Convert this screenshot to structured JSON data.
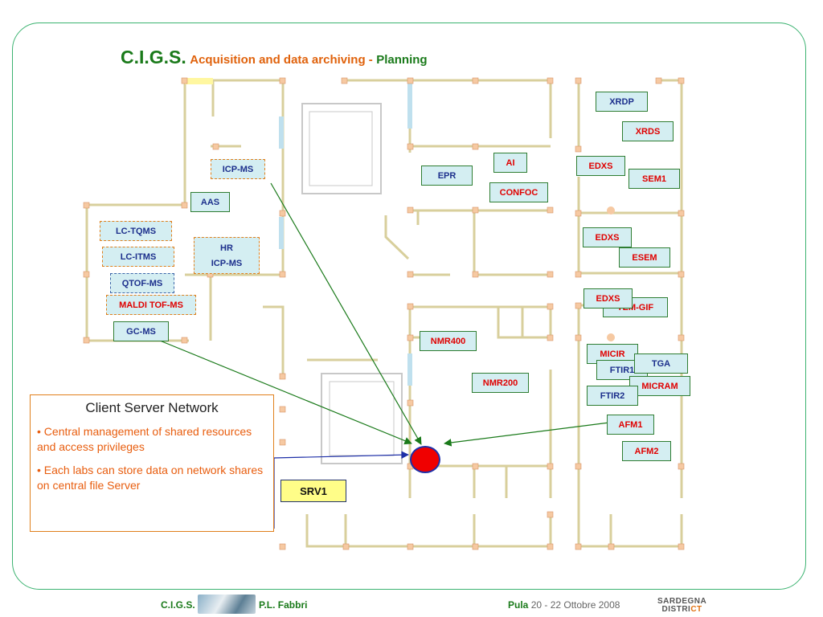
{
  "title": {
    "main": "C.I.G.S.",
    "sub": "Acquisition and data archiving -",
    "tail": "Planning"
  },
  "labs": {
    "icp_ms": "ICP-MS",
    "aas": "AAS",
    "lc_tqms": "LC-TQMS",
    "lc_itms": "LC-ITMS",
    "hr": "HR",
    "hr_icp_ms": "ICP-MS",
    "qtof_ms": "QTOF-MS",
    "maldi_tof_ms": "MALDI TOF-MS",
    "gc_ms": "GC-MS",
    "epr": "EPR",
    "ai": "AI",
    "confoc": "CONFOC",
    "nmr400": "NMR400",
    "nmr200": "NMR200",
    "xrdp": "XRDP",
    "xrds": "XRDS",
    "edxs_1": "EDXS",
    "sem1": "SEM1",
    "edxs_2": "EDXS",
    "esem": "ESEM",
    "edxs_3": "EDXS",
    "tem_gif": "TEM-GIF",
    "micir": "MICIR",
    "tga": "TGA",
    "ftir1": "FTIR1",
    "micram": "MICRAM",
    "ftir2": "FTIR2",
    "afm1": "AFM1",
    "afm2": "AFM2"
  },
  "server": {
    "label": "SRV1"
  },
  "client_box": {
    "heading": "Client Server Network",
    "bullets": [
      "•  Central management of shared resources and access privileges",
      "•  Each  labs can store data on network shares on central file Server"
    ]
  },
  "footer": {
    "org": "C.I.G.S.",
    "author": "P.L. Fabbri",
    "place": "Pula",
    "dates": "20 - 22 Ottobre 2008",
    "logo_line1": "SARDEGNA",
    "logo_line2a": "DISTRI",
    "logo_line2b": "CT"
  },
  "colors": {
    "green": "#1a7a1a",
    "orange": "#e0620c",
    "navy": "#1c2f8c",
    "red": "#e00000",
    "lab_fill": "#d4eef2"
  }
}
